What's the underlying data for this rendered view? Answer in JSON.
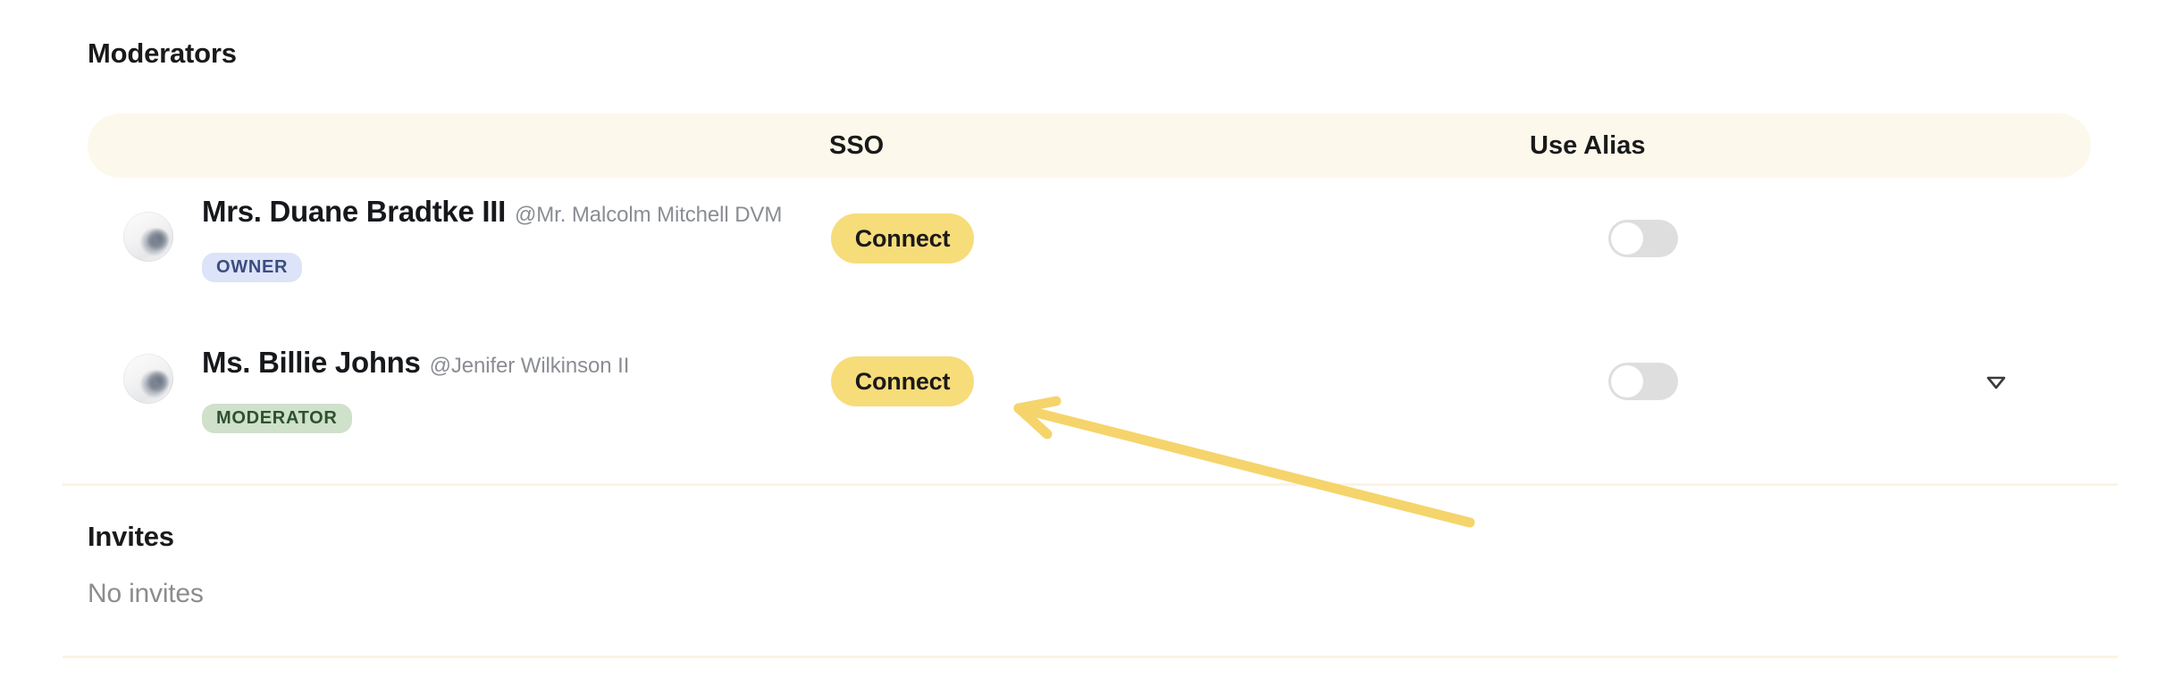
{
  "sections": {
    "moderators": {
      "title": "Moderators"
    },
    "invites": {
      "title": "Invites",
      "empty_text": "No invites"
    }
  },
  "table": {
    "columns": {
      "member": "",
      "sso": "SSO",
      "use_alias": "Use Alias"
    },
    "rows": [
      {
        "name": "Mrs. Duane Bradtke III",
        "handle": "@Mr. Malcolm Mitchell DVM",
        "role_badge": "OWNER",
        "sso_action": "Connect",
        "use_alias_on": false,
        "has_menu": false
      },
      {
        "name": "Ms. Billie Johns",
        "handle": "@Jenifer Wilkinson II",
        "role_badge": "MODERATOR",
        "sso_action": "Connect",
        "use_alias_on": false,
        "has_menu": true
      }
    ]
  },
  "icons": {
    "caret_down": "caret-down-icon",
    "avatar": "avatar"
  },
  "annotation": {
    "type": "arrow",
    "points_to": "Connect",
    "color": "#F5D46B"
  },
  "colors": {
    "page_background": "#FFFFFF",
    "header_band": "#FDF8EC",
    "connect_button": "#F7DC7A",
    "toggle_off_track": "#DEDEDE",
    "toggle_knob": "#FFFFFF",
    "owner_badge_bg": "#DDE3F8",
    "owner_badge_text": "#3B4D80",
    "moderator_badge_bg": "#CFE0CB",
    "moderator_badge_text": "#2E5130",
    "divider": "#FDF3E4",
    "muted_text": "#8A8D93",
    "annotation_arrow": "#F5D46B"
  }
}
